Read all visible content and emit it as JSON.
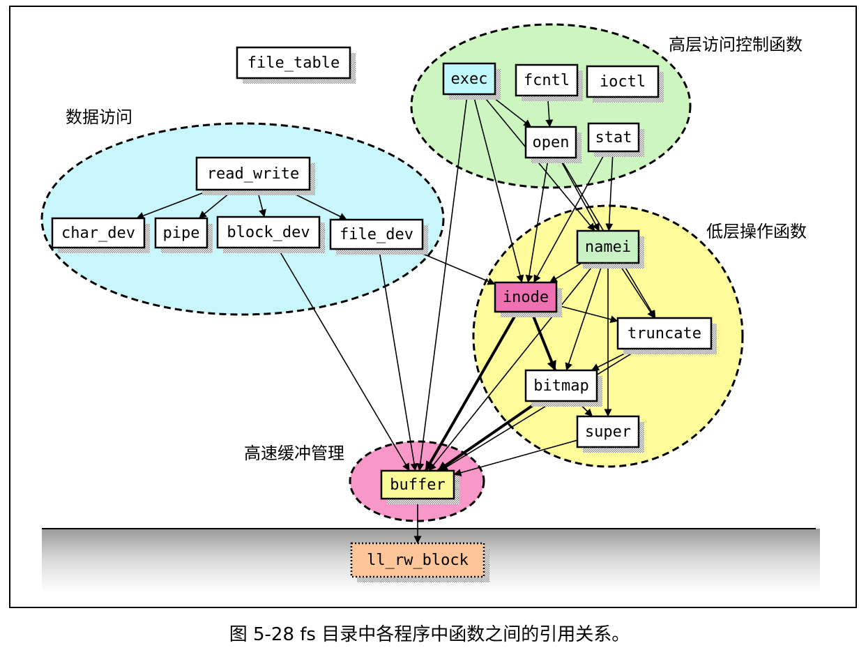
{
  "regions": [
    {
      "id": "high",
      "label": "高层访问控制函数",
      "fill": "#ccf5c0"
    },
    {
      "id": "data",
      "label": "数据访问",
      "fill": "#c8f6fa"
    },
    {
      "id": "low",
      "label": "低层操作函数",
      "fill": "#fdfb9a"
    },
    {
      "id": "buf",
      "label": "高速缓冲管理",
      "fill": "#f898c8"
    }
  ],
  "nodes": [
    {
      "id": "file_table",
      "label": "file_table",
      "fill": "#ffffff"
    },
    {
      "id": "exec",
      "label": "exec",
      "fill": "#c0f8fc"
    },
    {
      "id": "fcntl",
      "label": "fcntl",
      "fill": "#ffffff"
    },
    {
      "id": "ioctl",
      "label": "ioctl",
      "fill": "#ffffff"
    },
    {
      "id": "open",
      "label": "open",
      "fill": "#ffffff"
    },
    {
      "id": "stat",
      "label": "stat",
      "fill": "#ffffff"
    },
    {
      "id": "read_write",
      "label": "read_write",
      "fill": "#ffffff"
    },
    {
      "id": "char_dev",
      "label": "char_dev",
      "fill": "#ffffff"
    },
    {
      "id": "pipe",
      "label": "pipe",
      "fill": "#ffffff"
    },
    {
      "id": "block_dev",
      "label": "block_dev",
      "fill": "#ffffff"
    },
    {
      "id": "file_dev",
      "label": "file_dev",
      "fill": "#ffffff"
    },
    {
      "id": "namei",
      "label": "namei",
      "fill": "#c8f2c4"
    },
    {
      "id": "inode",
      "label": "inode",
      "fill": "#f070b4"
    },
    {
      "id": "truncate",
      "label": "truncate",
      "fill": "#ffffff"
    },
    {
      "id": "bitmap",
      "label": "bitmap",
      "fill": "#ffffff"
    },
    {
      "id": "super",
      "label": "super",
      "fill": "#ffffff"
    },
    {
      "id": "buffer",
      "label": "buffer",
      "fill": "#fafa98"
    },
    {
      "id": "ll_rw_block",
      "label": "ll_rw_block",
      "fill": "#fcc698"
    }
  ],
  "edges": [
    {
      "from": "fcntl",
      "to": "open",
      "thick": false
    },
    {
      "from": "exec",
      "to": "open",
      "thick": false
    },
    {
      "from": "exec",
      "to": "namei",
      "thick": false
    },
    {
      "from": "exec",
      "to": "inode",
      "thick": false
    },
    {
      "from": "exec",
      "to": "buffer",
      "thick": false
    },
    {
      "from": "open",
      "to": "namei",
      "thick": false
    },
    {
      "from": "open",
      "to": "inode",
      "thick": false
    },
    {
      "from": "open",
      "to": "truncate",
      "thick": false
    },
    {
      "from": "stat",
      "to": "namei",
      "thick": false
    },
    {
      "from": "stat",
      "to": "inode",
      "thick": false
    },
    {
      "from": "read_write",
      "to": "char_dev",
      "thick": false
    },
    {
      "from": "read_write",
      "to": "pipe",
      "thick": false
    },
    {
      "from": "read_write",
      "to": "block_dev",
      "thick": false
    },
    {
      "from": "read_write",
      "to": "file_dev",
      "thick": false
    },
    {
      "from": "block_dev",
      "to": "buffer",
      "thick": false
    },
    {
      "from": "file_dev",
      "to": "buffer",
      "thick": false
    },
    {
      "from": "file_dev",
      "to": "inode",
      "thick": false
    },
    {
      "from": "namei",
      "to": "inode",
      "thick": false
    },
    {
      "from": "namei",
      "to": "truncate",
      "thick": false
    },
    {
      "from": "namei",
      "to": "bitmap",
      "thick": false
    },
    {
      "from": "namei",
      "to": "super",
      "thick": false
    },
    {
      "from": "namei",
      "to": "buffer",
      "thick": false
    },
    {
      "from": "inode",
      "to": "truncate",
      "thick": false
    },
    {
      "from": "truncate",
      "to": "bitmap",
      "thick": false
    },
    {
      "from": "truncate",
      "to": "buffer",
      "thick": false
    },
    {
      "from": "bitmap",
      "to": "super",
      "thick": false
    },
    {
      "from": "super",
      "to": "buffer",
      "thick": false
    },
    {
      "from": "inode",
      "to": "bitmap",
      "thick": true
    },
    {
      "from": "inode",
      "to": "buffer",
      "thick": true
    },
    {
      "from": "bitmap",
      "to": "buffer",
      "thick": true
    },
    {
      "from": "buffer",
      "to": "ll_rw_block",
      "thick": false
    }
  ],
  "caption": "图 5-28 fs 目录中各程序中函数之间的引用关系。"
}
